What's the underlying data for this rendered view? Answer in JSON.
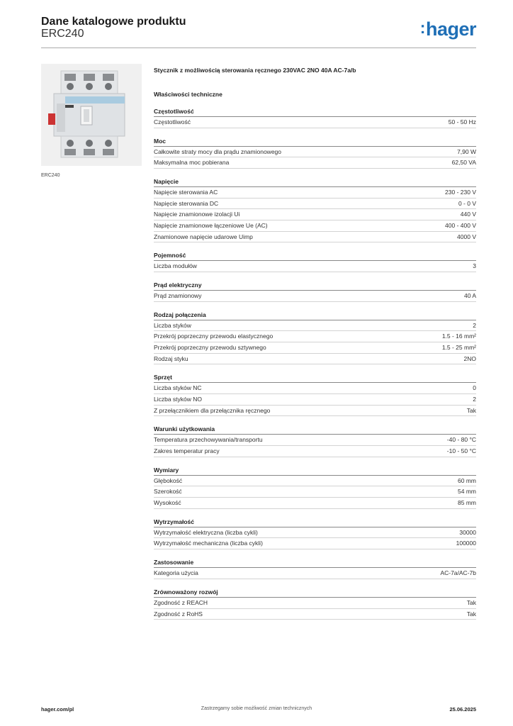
{
  "header": {
    "title": "Dane katalogowe produktu",
    "subtitle": "ERC240",
    "brand": "hager"
  },
  "image": {
    "caption": "ERC240"
  },
  "product": {
    "description": "Stycznik z możliwością sterowania ręcznego 230VAC 2NO 40A AC-7a/b",
    "tech_title": "Właściwości techniczne"
  },
  "sections": [
    {
      "title": "Częstotliwość",
      "rows": [
        {
          "label": "Częstotliwość",
          "value": "50 - 50 Hz"
        }
      ]
    },
    {
      "title": "Moc",
      "rows": [
        {
          "label": "Całkowite straty mocy dla prądu znamionowego",
          "value": "7,90 W"
        },
        {
          "label": "Maksymalna moc pobierana",
          "value": "62,50 VA"
        }
      ]
    },
    {
      "title": "Napięcie",
      "rows": [
        {
          "label": "Napięcie sterowania AC",
          "value": "230 - 230 V"
        },
        {
          "label": "Napięcie sterowania DC",
          "value": "0 - 0 V"
        },
        {
          "label": "Napięcie znamionowe izolacji Ui",
          "value": "440 V"
        },
        {
          "label": "Napięcie znamionowe łączeniowe Ue (AC)",
          "value": "400 - 400 V"
        },
        {
          "label": "Znamionowe napięcie udarowe Uimp",
          "value": "4000 V"
        }
      ]
    },
    {
      "title": "Pojemność",
      "rows": [
        {
          "label": "Liczba modułów",
          "value": "3"
        }
      ]
    },
    {
      "title": "Prąd elektryczny",
      "rows": [
        {
          "label": "Prąd znamionowy",
          "value": "40 A"
        }
      ]
    },
    {
      "title": "Rodzaj połączenia",
      "rows": [
        {
          "label": "Liczba styków",
          "value": "2"
        },
        {
          "label": "Przekrój poprzeczny przewodu elastycznego",
          "value": "1.5 - 16 mm²"
        },
        {
          "label": "Przekrój poprzeczny przewodu sztywnego",
          "value": "1.5 - 25 mm²"
        },
        {
          "label": "Rodzaj styku",
          "value": "2NO"
        }
      ]
    },
    {
      "title": "Sprzęt",
      "rows": [
        {
          "label": "Liczba styków NC",
          "value": "0"
        },
        {
          "label": "Liczba styków NO",
          "value": "2"
        },
        {
          "label": "Z przełącznikiem dla przełącznika ręcznego",
          "value": "Tak"
        }
      ]
    },
    {
      "title": "Warunki użytkowania",
      "rows": [
        {
          "label": "Temperatura przechowywania/transportu",
          "value": "-40 - 80 °C"
        },
        {
          "label": "Zakres temperatur pracy",
          "value": "-10 - 50 °C"
        }
      ]
    },
    {
      "title": "Wymiary",
      "rows": [
        {
          "label": "Głębokość",
          "value": "60 mm"
        },
        {
          "label": "Szerokość",
          "value": "54 mm"
        },
        {
          "label": "Wysokość",
          "value": "85 mm"
        }
      ]
    },
    {
      "title": "Wytrzymałość",
      "rows": [
        {
          "label": "Wytrzymałość elektryczna (liczba cykli)",
          "value": "30000"
        },
        {
          "label": "Wytrzymałość mechaniczna (liczba cykli)",
          "value": "100000"
        }
      ]
    },
    {
      "title": "Zastosowanie",
      "rows": [
        {
          "label": "Kategoria użycia",
          "value": "AC-7a/AC-7b"
        }
      ]
    },
    {
      "title": "Zrównoważony rozwój",
      "rows": [
        {
          "label": "Zgodność z REACH",
          "value": "Tak"
        },
        {
          "label": "Zgodność z RoHS",
          "value": "Tak"
        }
      ]
    }
  ],
  "footer": {
    "left": "hager.com/pl",
    "center": "Zastrzegamy sobie możliwość zmian technicznych",
    "right": "25.06.2025"
  }
}
